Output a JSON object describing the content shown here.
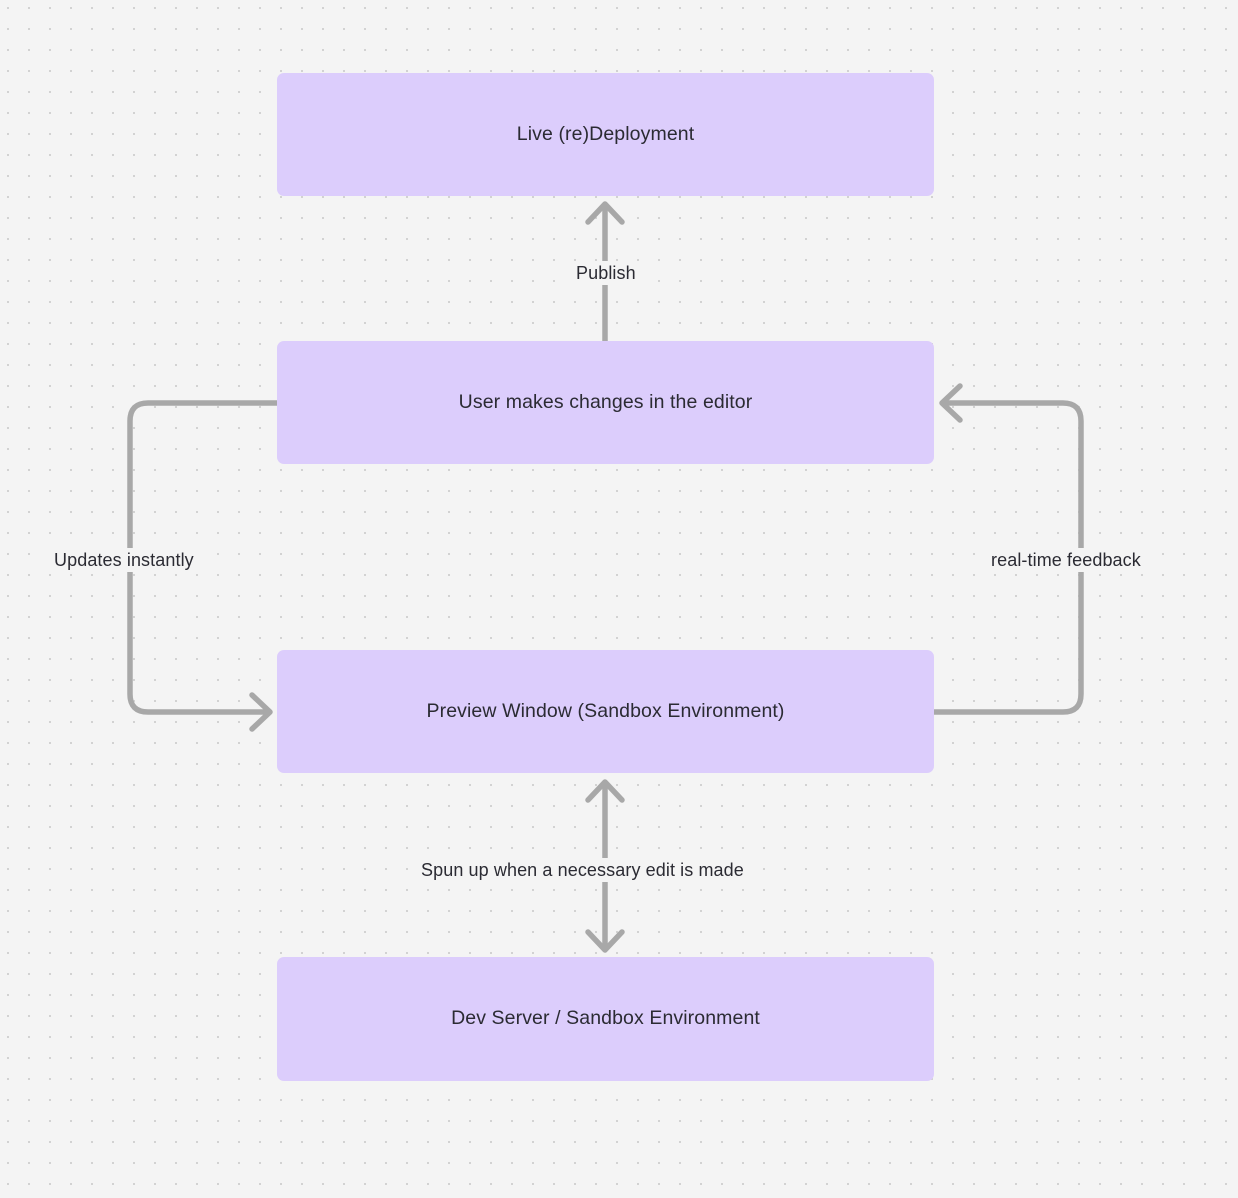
{
  "diagram": {
    "type": "flowchart",
    "background_color": "#f4f4f4",
    "grid": "dot-grid",
    "node_color": "#dccdfc",
    "edge_color": "#a8a8a8",
    "text_color": "#2b2b33",
    "nodes": [
      {
        "id": "live",
        "label": "Live (re)Deployment"
      },
      {
        "id": "editor",
        "label": "User makes changes in the editor"
      },
      {
        "id": "preview",
        "label": "Preview Window (Sandbox Environment)"
      },
      {
        "id": "devserver",
        "label": "Dev Server / Sandbox Environment"
      }
    ],
    "edges": [
      {
        "id": "publish",
        "from": "editor",
        "to": "live",
        "label": "Publish",
        "direction": "up"
      },
      {
        "id": "updates",
        "from": "editor",
        "to": "preview",
        "label": "Updates instantly",
        "direction": "left-loop-down"
      },
      {
        "id": "realtime",
        "from": "preview",
        "to": "editor",
        "label": "real-time feedback",
        "direction": "right-loop-up"
      },
      {
        "id": "spun",
        "from": "preview",
        "to": "devserver",
        "label": "Spun up when a necessary edit is made",
        "direction": "bidirectional"
      }
    ]
  }
}
